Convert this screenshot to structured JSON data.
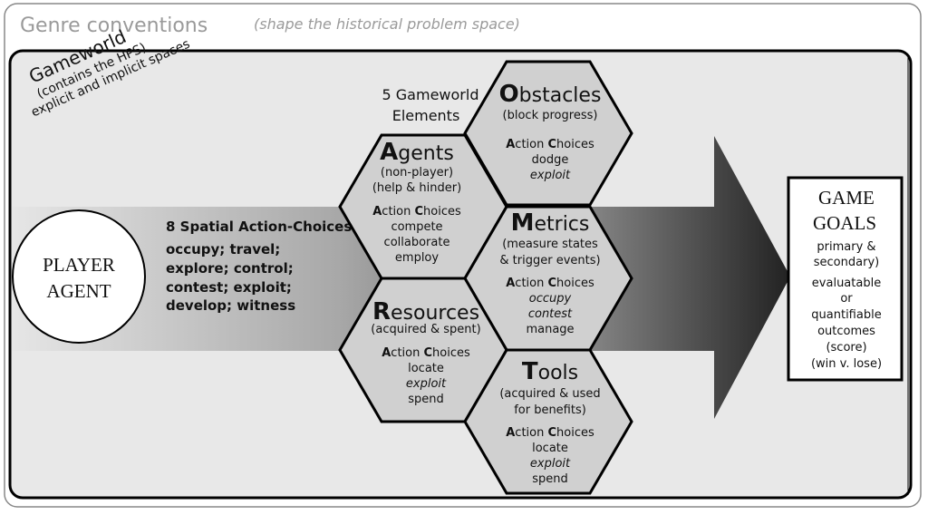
{
  "header": {
    "title": "Genre conventions",
    "subtitle": "(shape the historical problem space)"
  },
  "gameworld": {
    "title": "Gameworld",
    "line1": "(contains the HPS)",
    "line2": "explicit and implicit spaces"
  },
  "elements_label": {
    "line1": "5 Gameworld",
    "line2": "Elements"
  },
  "player": {
    "line1": "PLAYER",
    "line2": "AGENT"
  },
  "spatial": {
    "title": "8 Spatial Action-Choices",
    "lines": [
      "occupy; travel;",
      "explore; control;",
      "contest; exploit;",
      "develop; witness"
    ]
  },
  "action_choices": {
    "a": "A",
    "ction": "ction ",
    "c": "C",
    "hoices": "hoices"
  },
  "hexes": {
    "obstacles": {
      "initial": "O",
      "rest": "bstacles",
      "desc": [
        "(block progress)"
      ],
      "choices": [
        "dodge",
        "exploit"
      ]
    },
    "agents": {
      "initial": "A",
      "rest": "gents",
      "desc": [
        "(non-player)",
        "(help & hinder)"
      ],
      "choices": [
        "compete",
        "collaborate",
        "employ"
      ]
    },
    "metrics": {
      "initial": "M",
      "rest": "etrics",
      "desc": [
        "(measure states",
        "& trigger events)"
      ],
      "choices": [
        "occupy",
        "contest",
        "manage"
      ]
    },
    "resources": {
      "initial": "R",
      "rest": "esources",
      "desc": [
        "(acquired & spent)"
      ],
      "choices": [
        "locate",
        "exploit",
        "spend"
      ]
    },
    "tools": {
      "initial": "T",
      "rest": "ools",
      "desc": [
        "(acquired & used",
        "for benefits)"
      ],
      "choices": [
        "locate",
        "exploit",
        "spend"
      ]
    }
  },
  "goals": {
    "line1": "GAME",
    "line2": "GOALS",
    "details": [
      "primary &",
      "secondary)",
      "evaluatable",
      "or",
      "quantifiable",
      "outcomes",
      "(score)",
      "(win v. lose)"
    ]
  },
  "colors": {
    "background": "#e8e8e8",
    "hex_fill": "#d0d0d0",
    "header_text": "#9a9a9a"
  }
}
